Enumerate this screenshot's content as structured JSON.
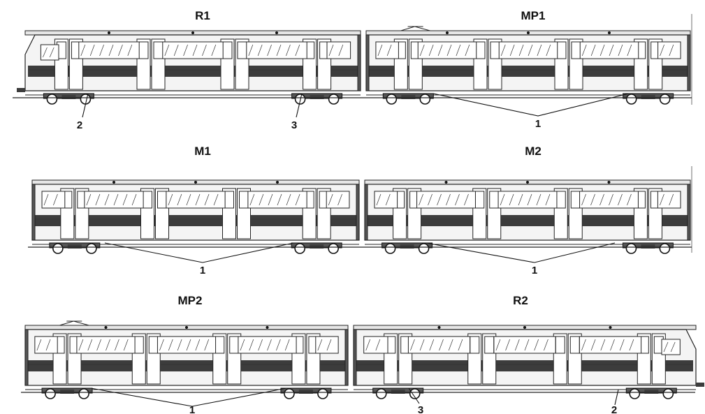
{
  "cars": [
    {
      "name": "R1",
      "type": "cab-left"
    },
    {
      "name": "MP1",
      "type": "pantograph"
    },
    {
      "name": "M1",
      "type": "motor"
    },
    {
      "name": "M2",
      "type": "motor"
    },
    {
      "name": "MP2",
      "type": "pantograph"
    },
    {
      "name": "R2",
      "type": "cab-right"
    }
  ],
  "callouts": [
    {
      "label": "2",
      "car": "R1",
      "bogies": [
        "front"
      ]
    },
    {
      "label": "3",
      "car": "R1",
      "bogies": [
        "rear"
      ]
    },
    {
      "label": "1",
      "car": "MP1",
      "bogies": [
        "front",
        "rear"
      ]
    },
    {
      "label": "1",
      "car": "M1",
      "bogies": [
        "front",
        "rear"
      ]
    },
    {
      "label": "1",
      "car": "M2",
      "bogies": [
        "front",
        "rear"
      ]
    },
    {
      "label": "1",
      "car": "MP2",
      "bogies": [
        "front",
        "rear"
      ]
    },
    {
      "label": "3",
      "car": "R2",
      "bogies": [
        "front"
      ]
    },
    {
      "label": "2",
      "car": "R2",
      "bogies": [
        "rear"
      ]
    }
  ]
}
